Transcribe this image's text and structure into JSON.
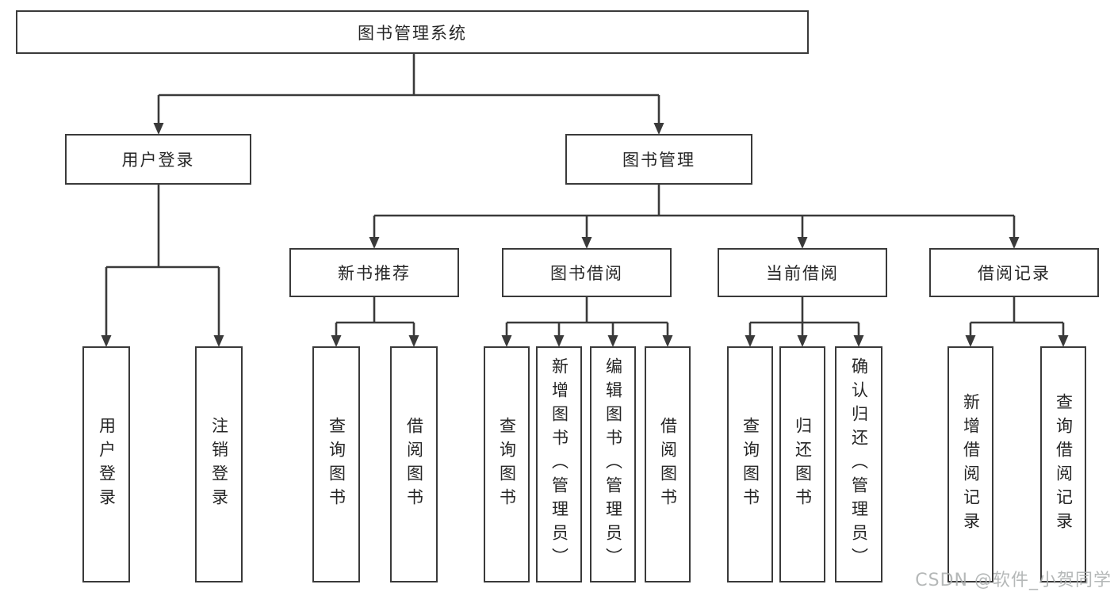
{
  "diagram": {
    "title": "图书管理系统",
    "watermark": "CSDN @软件_小贺同学",
    "colors": {
      "line": "#3a3a3a",
      "box_border": "#3a3a3a",
      "box_fill": "#ffffff",
      "text": "#262626",
      "watermark": "#a8acac",
      "background": "#ffffff"
    },
    "tree": {
      "label": "图书管理系统",
      "children": [
        {
          "label": "用户登录",
          "children": [
            {
              "label": "用户登录"
            },
            {
              "label": "注销登录"
            }
          ]
        },
        {
          "label": "图书管理",
          "children": [
            {
              "label": "新书推荐",
              "children": [
                {
                  "label": "查询图书"
                },
                {
                  "label": "借阅图书"
                }
              ]
            },
            {
              "label": "图书借阅",
              "children": [
                {
                  "label": "查询图书"
                },
                {
                  "label": "新增图书（管理员）"
                },
                {
                  "label": "编辑图书（管理员）"
                },
                {
                  "label": "借阅图书"
                }
              ]
            },
            {
              "label": "当前借阅",
              "children": [
                {
                  "label": "查询图书"
                },
                {
                  "label": "归还图书"
                },
                {
                  "label": "确认归还（管理员）"
                }
              ]
            },
            {
              "label": "借阅记录",
              "children": [
                {
                  "label": "新增借阅记录"
                },
                {
                  "label": "查询借阅记录"
                }
              ]
            }
          ]
        }
      ]
    }
  }
}
